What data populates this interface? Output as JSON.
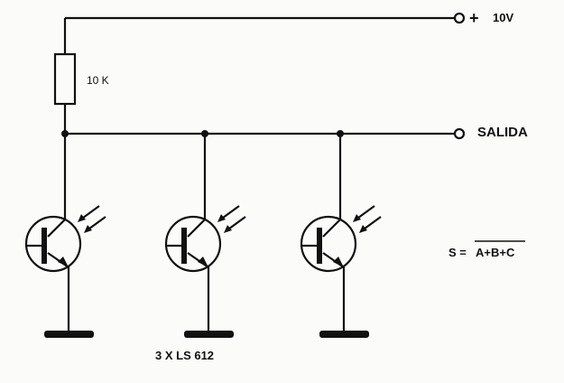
{
  "supply": {
    "plus_sign": "+",
    "voltage": "10V"
  },
  "resistor": {
    "value": "10 K"
  },
  "output": {
    "label": "SALIDA"
  },
  "equation": {
    "lhs": "S =",
    "rhs": "A+B+C"
  },
  "transistors": {
    "caption": "3  X  LS 612",
    "count": 3
  }
}
